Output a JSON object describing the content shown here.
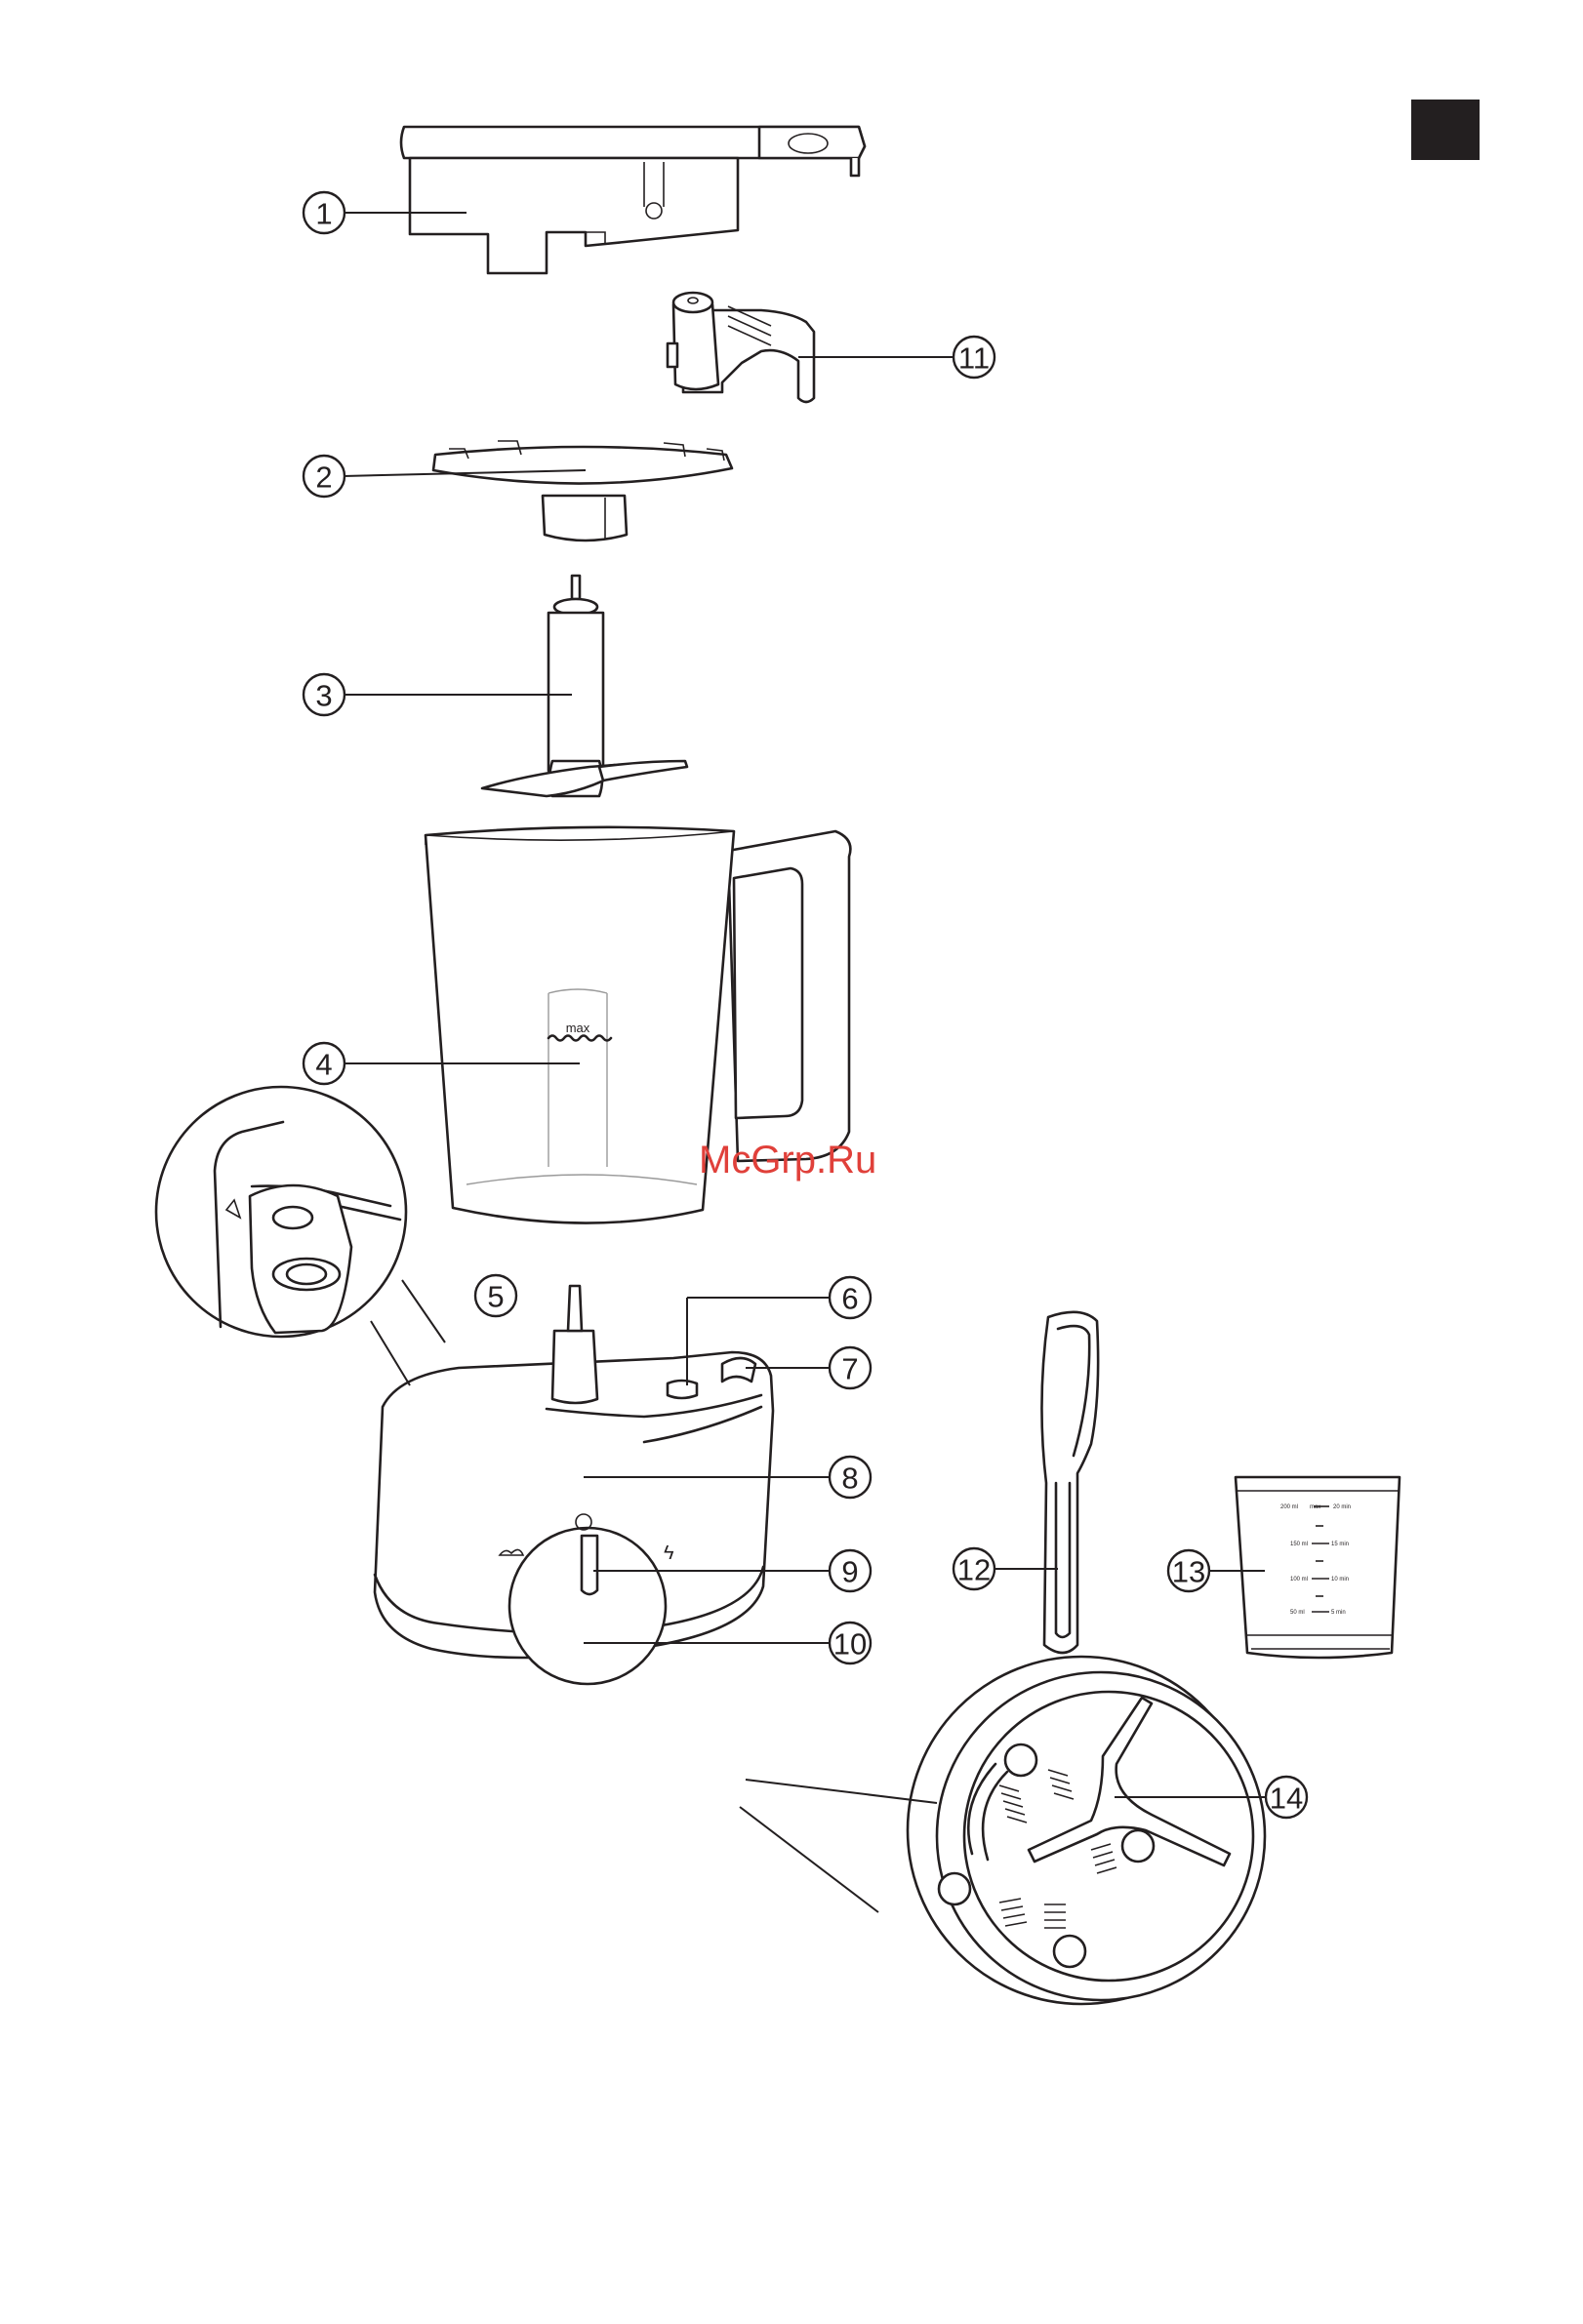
{
  "callouts": [
    {
      "num": "1"
    },
    {
      "num": "2"
    },
    {
      "num": "3"
    },
    {
      "num": "4"
    },
    {
      "num": "5"
    },
    {
      "num": "6"
    },
    {
      "num": "7"
    },
    {
      "num": "8"
    },
    {
      "num": "9"
    },
    {
      "num": "10"
    },
    {
      "num": "11"
    },
    {
      "num": "12"
    },
    {
      "num": "13"
    },
    {
      "num": "14"
    }
  ],
  "jar_marking": "max",
  "cup_markings": [
    "200 ml",
    "max",
    "20 min",
    "150 ml",
    "15 min",
    "100 ml",
    "10 min",
    "50 ml",
    "5 min"
  ],
  "watermark": "McGrp.Ru",
  "colors": {
    "line": "#231f20",
    "corner_tab": "#231f20",
    "watermark": "#e0403a"
  }
}
